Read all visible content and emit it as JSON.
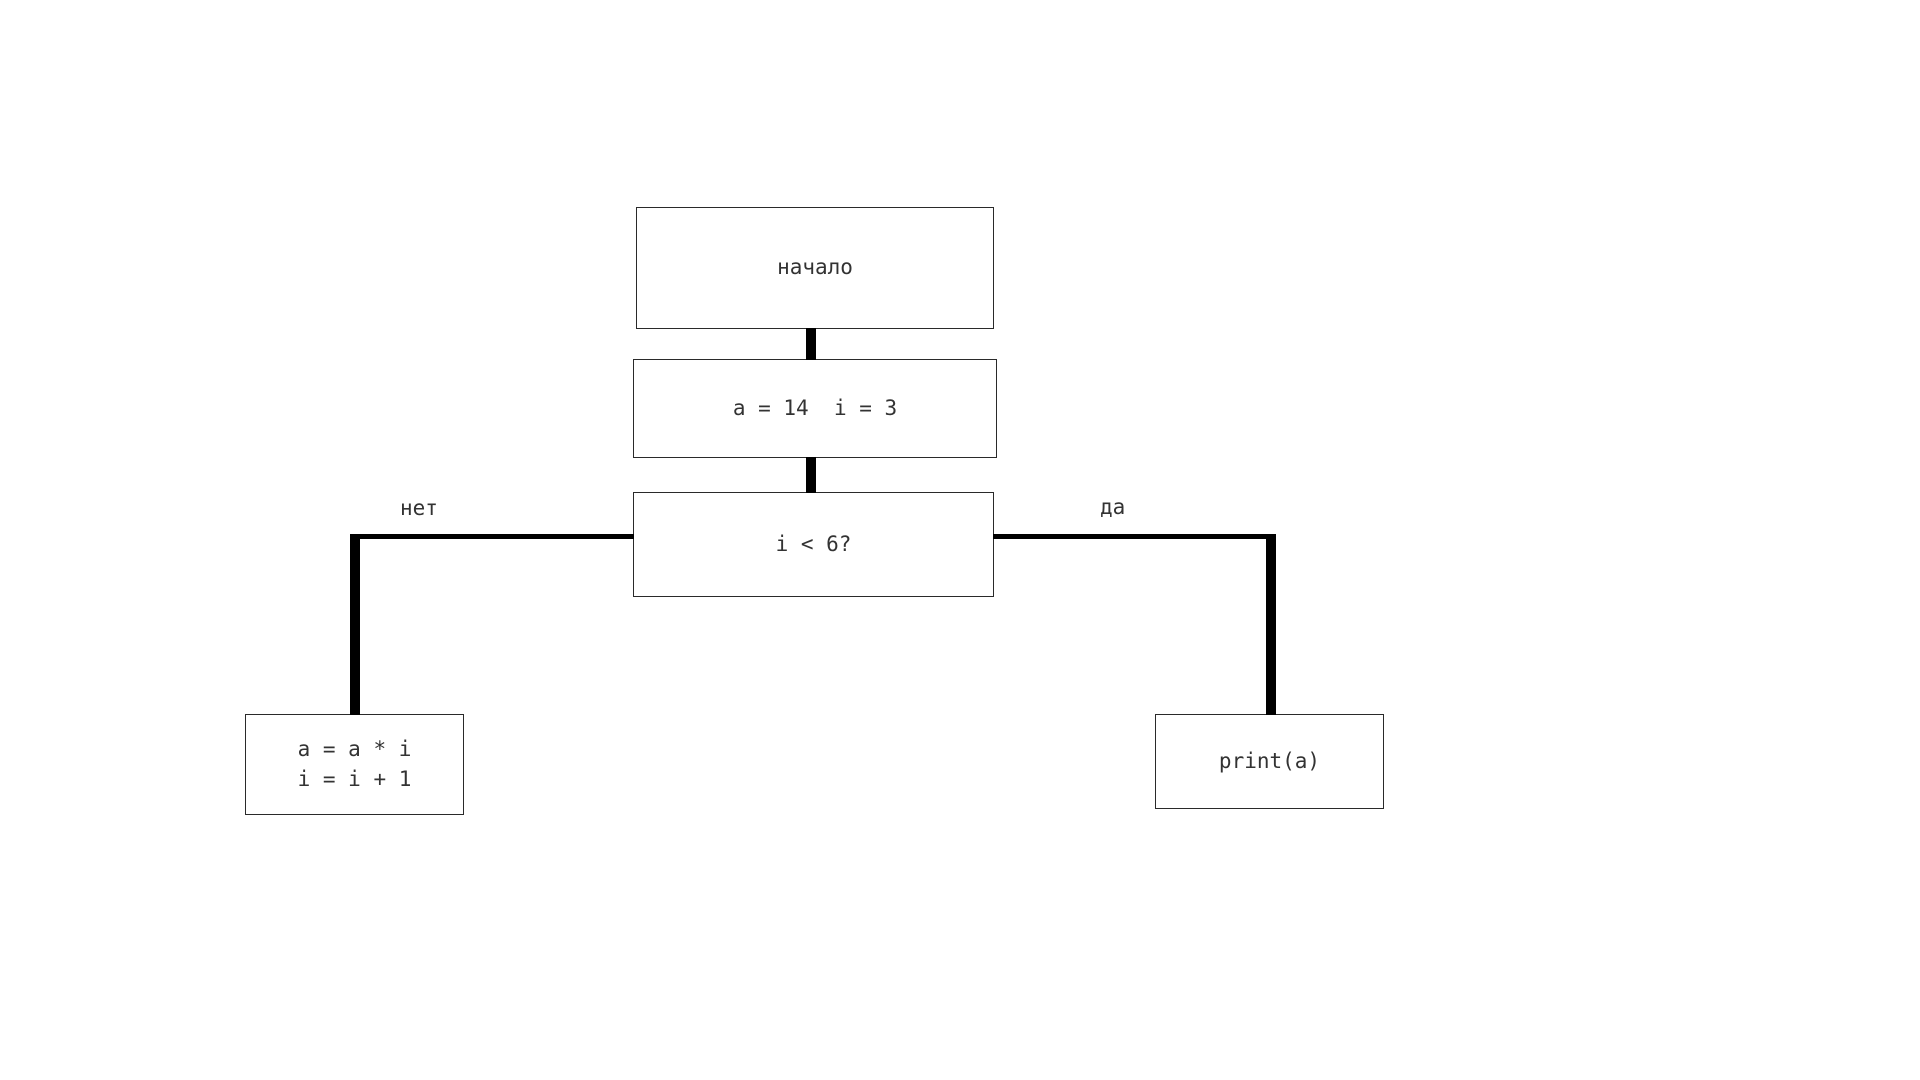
{
  "diagram": {
    "nodes": {
      "start": {
        "label": "начало"
      },
      "init": {
        "label": "a = 14  i = 3"
      },
      "condition": {
        "label": "i < 6?"
      },
      "loop_body": {
        "label": "a = a * i\ni = i + 1"
      },
      "output": {
        "label": "print(a)"
      }
    },
    "edge_labels": {
      "no": "нет",
      "yes": "да"
    },
    "colors": {
      "background": "#ffffff",
      "box_border": "#2a2a2a",
      "connector": "#000000",
      "text": "#333333"
    }
  }
}
